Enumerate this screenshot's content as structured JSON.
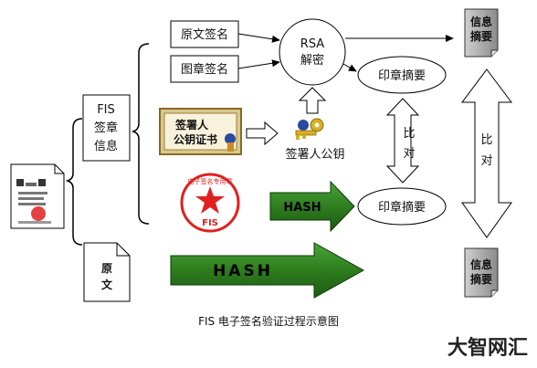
{
  "nodes": {
    "fis_info_line1": "FIS",
    "fis_info_line2": "签章",
    "fis_info_line3": "信息",
    "original_sig": "原文签名",
    "seal_sig": "图章签名",
    "rsa_line1": "RSA",
    "rsa_line2": "解密",
    "seal_digest_top": "印章摘要",
    "seal_digest_bottom": "印章摘要",
    "signer_pubkey": "签署人公钥",
    "cert_line1": "签署人",
    "cert_line2": "公钥证书",
    "compare_small_1": "比",
    "compare_small_2": "对",
    "compare_big_1": "比",
    "compare_big_2": "对",
    "info_digest_top_1": "信息",
    "info_digest_top_2": "摘要",
    "info_digest_bottom_1": "信息",
    "info_digest_bottom_2": "摘要",
    "original_doc_1": "原",
    "original_doc_2": "文",
    "hash_small": "HASH",
    "hash_big": "HASH",
    "seal_text": "电子签名专用章",
    "seal_fis": "FIS"
  },
  "caption": "FIS 电子签名验证过程示意图",
  "watermark": "大智网汇",
  "colors": {
    "hash_arrow": "#2e7d1e",
    "seal_red": "#e02020",
    "doc_gray": "#9a9a9a",
    "cert_gold": "#c8a040",
    "key_gold": "#d8b020"
  }
}
